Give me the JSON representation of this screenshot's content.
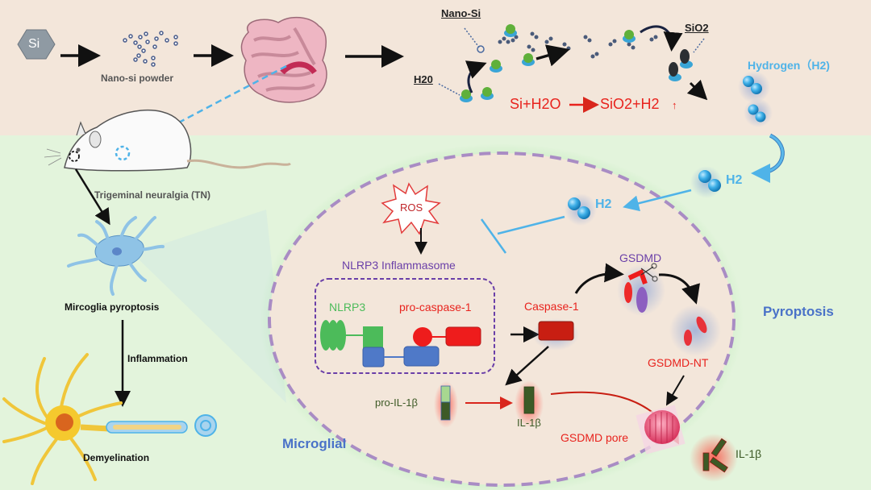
{
  "colors": {
    "top_band": "#f3e6da",
    "bottom_band": "#e3f4dc",
    "cell_fill": "#f3e6da",
    "membrane": "#a98cc4",
    "hydrogen_blue": "#4fb3e8",
    "reaction_red": "#e8231d",
    "nlrp3_green": "#4cbb5a",
    "adaptor_blue": "#4f79c8",
    "caspase_red": "#c81e12",
    "il1b_green": "#3d5a26",
    "label_blue": "#4a72c8",
    "inflammasome_purple": "#6a3fa8"
  },
  "top_pathway": {
    "si_hex": "Si",
    "nano_powder_label": "Nano-si powder",
    "nano_si_label": "Nano-Si",
    "h2o_label": "H20",
    "sio2_label": "SiO2",
    "hydrogen_label": "Hydrogen（H2)",
    "equation_left": "Si+H2O",
    "equation_right": "SiO2+H2",
    "equation_up_arrow": "↑"
  },
  "left_pathway": {
    "tn_label": "Trigeminal neuralgia (TN)",
    "microglia_label": "Mircoglia pyroptosis",
    "inflammation_label": "Inflammation",
    "demyelination_label": "Demyelination"
  },
  "cell": {
    "h2_outside": "H2",
    "h2_inside": "H2",
    "ros_label": "ROS",
    "inflammasome_label": "NLRP3 Inflammasome",
    "nlrp3_label": "NLRP3",
    "pro_caspase_label": "pro-caspase-1",
    "caspase_label": "Caspase-1",
    "gsdmd_label": "GSDMD",
    "gsdmd_nt_label": "GSDMD-NT",
    "gsdmd_pore_label": "GSDMD pore",
    "pro_il1b_label": "pro-IL-1β",
    "il1b_label": "IL-1β",
    "il1b_released_label": "IL-1β",
    "pyroptosis_label": "Pyroptosis",
    "microglial_label": "Microglial"
  }
}
